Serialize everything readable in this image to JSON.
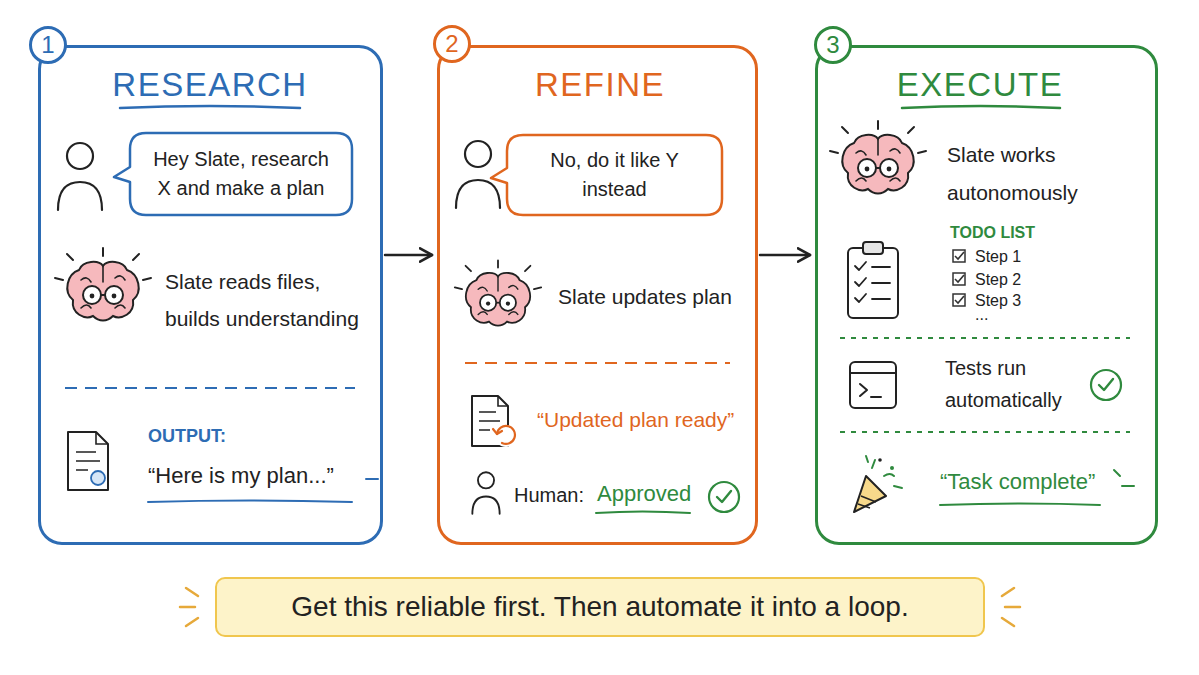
{
  "diagram": {
    "nodes": [
      {
        "text": [
          "RESEARCH",
          "Slate reads files, builds understanding",
          "OUTPUT:",
          "“Here is my plan...”"
        ]
      },
      {
        "text": [
          "1"
        ],
        "in": 0
      },
      {
        "text": [
          "Hey Slate, research X and make a plan"
        ],
        "in": 0
      },
      {
        "text": [
          "REFINE",
          "Slate updates plan",
          "“Updated plan ready”",
          "Human:",
          "Approved"
        ]
      },
      {
        "text": [
          "2"
        ],
        "in": 3
      },
      {
        "text": [
          "No, do it like Y instead"
        ],
        "in": 3
      },
      {
        "text": [
          "EXECUTE",
          "Slate works autonomously",
          "TODO LIST",
          "Step 1",
          "Step 2",
          "Step 3",
          "...",
          "Tests run automatically",
          "“Task complete”"
        ]
      },
      {
        "text": [
          "3"
        ],
        "in": 6
      },
      {
        "text": [
          "Get this reliable first. Then automate it into a loop."
        ]
      }
    ],
    "edges": [
      {
        "from": 0,
        "to": 3,
        "arrow": "to"
      },
      {
        "from": 3,
        "to": 6,
        "arrow": "to"
      }
    ]
  }
}
